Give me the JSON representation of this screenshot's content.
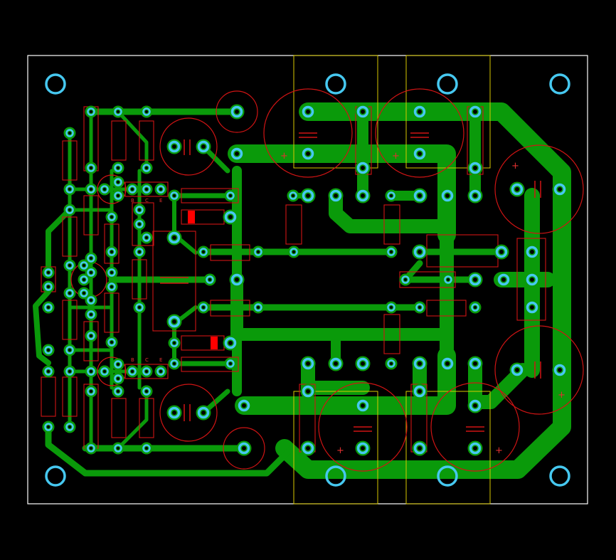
{
  "colors": {
    "background": "#000000",
    "board_outline": "#ffffff",
    "copper_trace": "#0a9a0a",
    "pad_ring": "#46c8f0",
    "silkscreen": "#d01414",
    "heatsink_outline": "#d8c800",
    "component_fill": "#ff0000"
  },
  "silkscreen_text": {
    "transistor_pins_top": [
      "B",
      "C",
      "E"
    ],
    "transistor_pins_bottom": [
      "B",
      "C",
      "E"
    ],
    "polarity_mark": "+"
  }
}
